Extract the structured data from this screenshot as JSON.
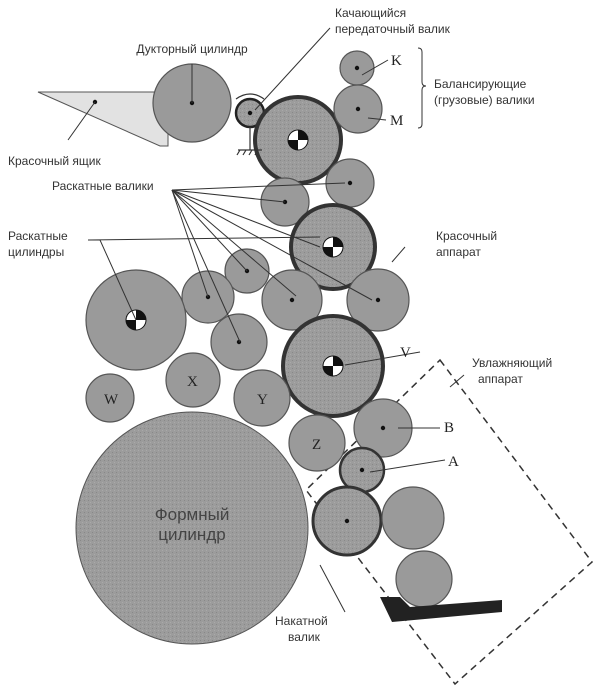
{
  "labels": {
    "ductor": "Дукторный цилиндр",
    "transfer": [
      "Качающийся",
      "передаточный валик"
    ],
    "balancing": [
      "Балансирующие",
      "(грузовые) валики"
    ],
    "ink_box": "Красочный ящик",
    "distributor_rollers": "Раскатные валики",
    "distributor_cylinders": [
      "Раскатные",
      "цилиндры"
    ],
    "inking_unit": [
      "Красочный",
      "аппарат"
    ],
    "dampening_unit": [
      "Увлажняющий",
      "аппарат"
    ],
    "plate_cylinder": [
      "Формный",
      "цилиндр"
    ],
    "form_roller": [
      "Накатной",
      "валик"
    ]
  },
  "letters": {
    "K": "K",
    "M": "M",
    "V": "V",
    "W": "W",
    "X": "X",
    "Y": "Y",
    "Z": "Z",
    "A": "A",
    "B": "B"
  }
}
